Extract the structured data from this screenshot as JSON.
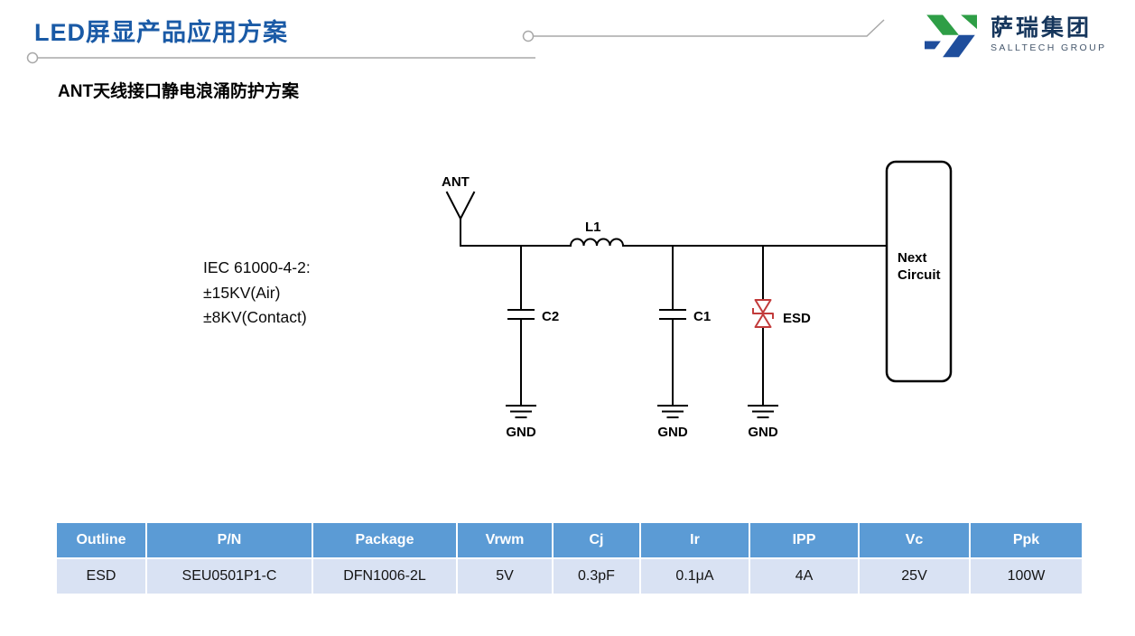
{
  "header": {
    "title": "LED屏显产品应用方案",
    "logo": {
      "name_cn": "萨瑞集团",
      "name_en": "SALLTECH GROUP"
    }
  },
  "subtitle": "ANT天线接口静电浪涌防护方案",
  "diagram": {
    "ant_label": "ANT",
    "inductor_label": "L1",
    "cap2_label": "C2",
    "cap1_label": "C1",
    "esd_label": "ESD",
    "next_circuit_line1": "Next",
    "next_circuit_line2": "Circuit",
    "gnd_labels": [
      "GND",
      "GND",
      "GND"
    ],
    "iec_lines": [
      "IEC 61000-4-2:",
      "±15KV(Air)",
      "±8KV(Contact)"
    ]
  },
  "table": {
    "headers": [
      "Outline",
      "P/N",
      "Package",
      "Vrwm",
      "Cj",
      "Ir",
      "IPP",
      "Vc",
      "Ppk"
    ],
    "rows": [
      [
        "ESD",
        "SEU0501P1-C",
        "DFN1006-2L",
        "5V",
        "0.3pF",
        "0.1μA",
        "4A",
        "25V",
        "100W"
      ]
    ]
  },
  "colors": {
    "title_blue": "#1A5AA6",
    "logo_navy": "#16365C",
    "logo_green": "#2E9E46",
    "logo_blue": "#1F4E9C",
    "table_header_bg": "#5B9BD5",
    "table_row_bg": "#D9E2F3",
    "esd_symbol_red": "#C23B3B",
    "decor_gray": "#A8A8A8"
  }
}
